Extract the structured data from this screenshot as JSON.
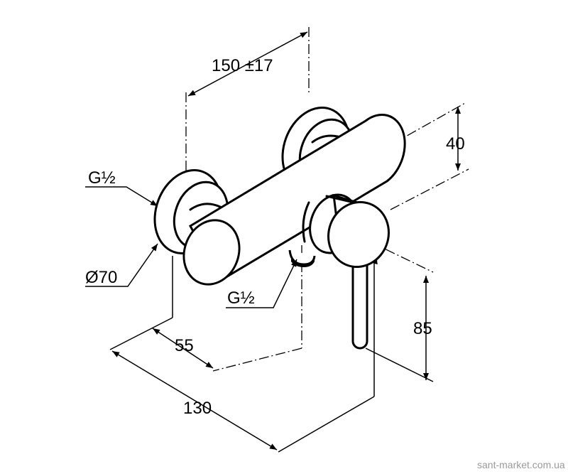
{
  "dimensions": {
    "center_distance": "150 ±17",
    "body_diameter": "40",
    "outlet_height": "85",
    "inlet_thread": "G½",
    "flange_diameter": "Ø70",
    "outlet_thread": "G½",
    "wall_to_body": "55",
    "wall_to_lever": "130"
  },
  "watermark": "sant-market.com.ua"
}
